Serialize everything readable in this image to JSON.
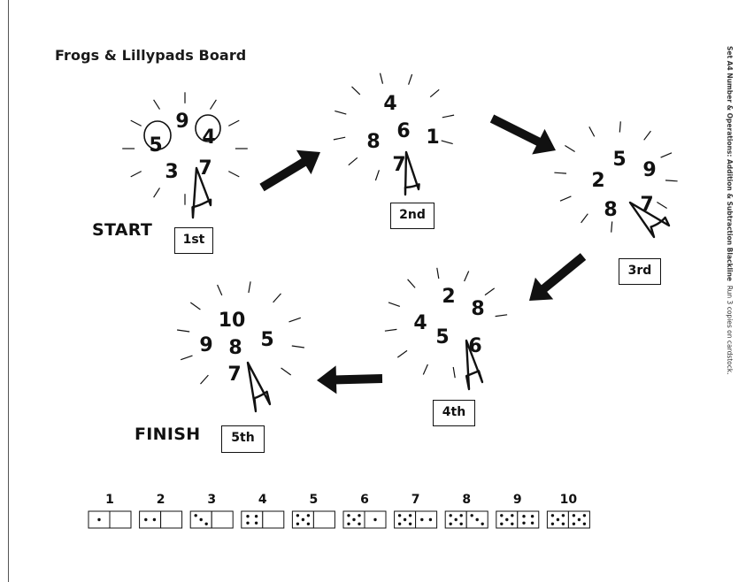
{
  "title": "Frogs & Lillypads Board",
  "side_note": {
    "bold": "Set A4 Number & Operations: Addition & Subtraction Blackline",
    "normal": "Run 3 copies on cardstock."
  },
  "start_label": "START",
  "finish_label": "FINISH",
  "pads": [
    {
      "place": "1st",
      "numbers": [
        "9",
        "5",
        "4",
        "3",
        "7"
      ],
      "circled": [
        "5",
        "4"
      ]
    },
    {
      "place": "2nd",
      "numbers": [
        "4",
        "8",
        "6",
        "1",
        "7"
      ],
      "circled": []
    },
    {
      "place": "3rd",
      "numbers": [
        "5",
        "2",
        "9",
        "8",
        "7"
      ],
      "circled": []
    },
    {
      "place": "4th",
      "numbers": [
        "2",
        "8",
        "4",
        "5",
        "6"
      ],
      "circled": []
    },
    {
      "place": "5th",
      "numbers": [
        "10",
        "9",
        "8",
        "5",
        "7"
      ],
      "circled": []
    }
  ],
  "dice_key": [
    {
      "label": "1",
      "value": 1
    },
    {
      "label": "2",
      "value": 2
    },
    {
      "label": "3",
      "value": 3
    },
    {
      "label": "4",
      "value": 4
    },
    {
      "label": "5",
      "value": 5
    },
    {
      "label": "6",
      "value": 6
    },
    {
      "label": "7",
      "value": 7
    },
    {
      "label": "8",
      "value": 8
    },
    {
      "label": "9",
      "value": 9
    },
    {
      "label": "10",
      "value": 10
    }
  ]
}
